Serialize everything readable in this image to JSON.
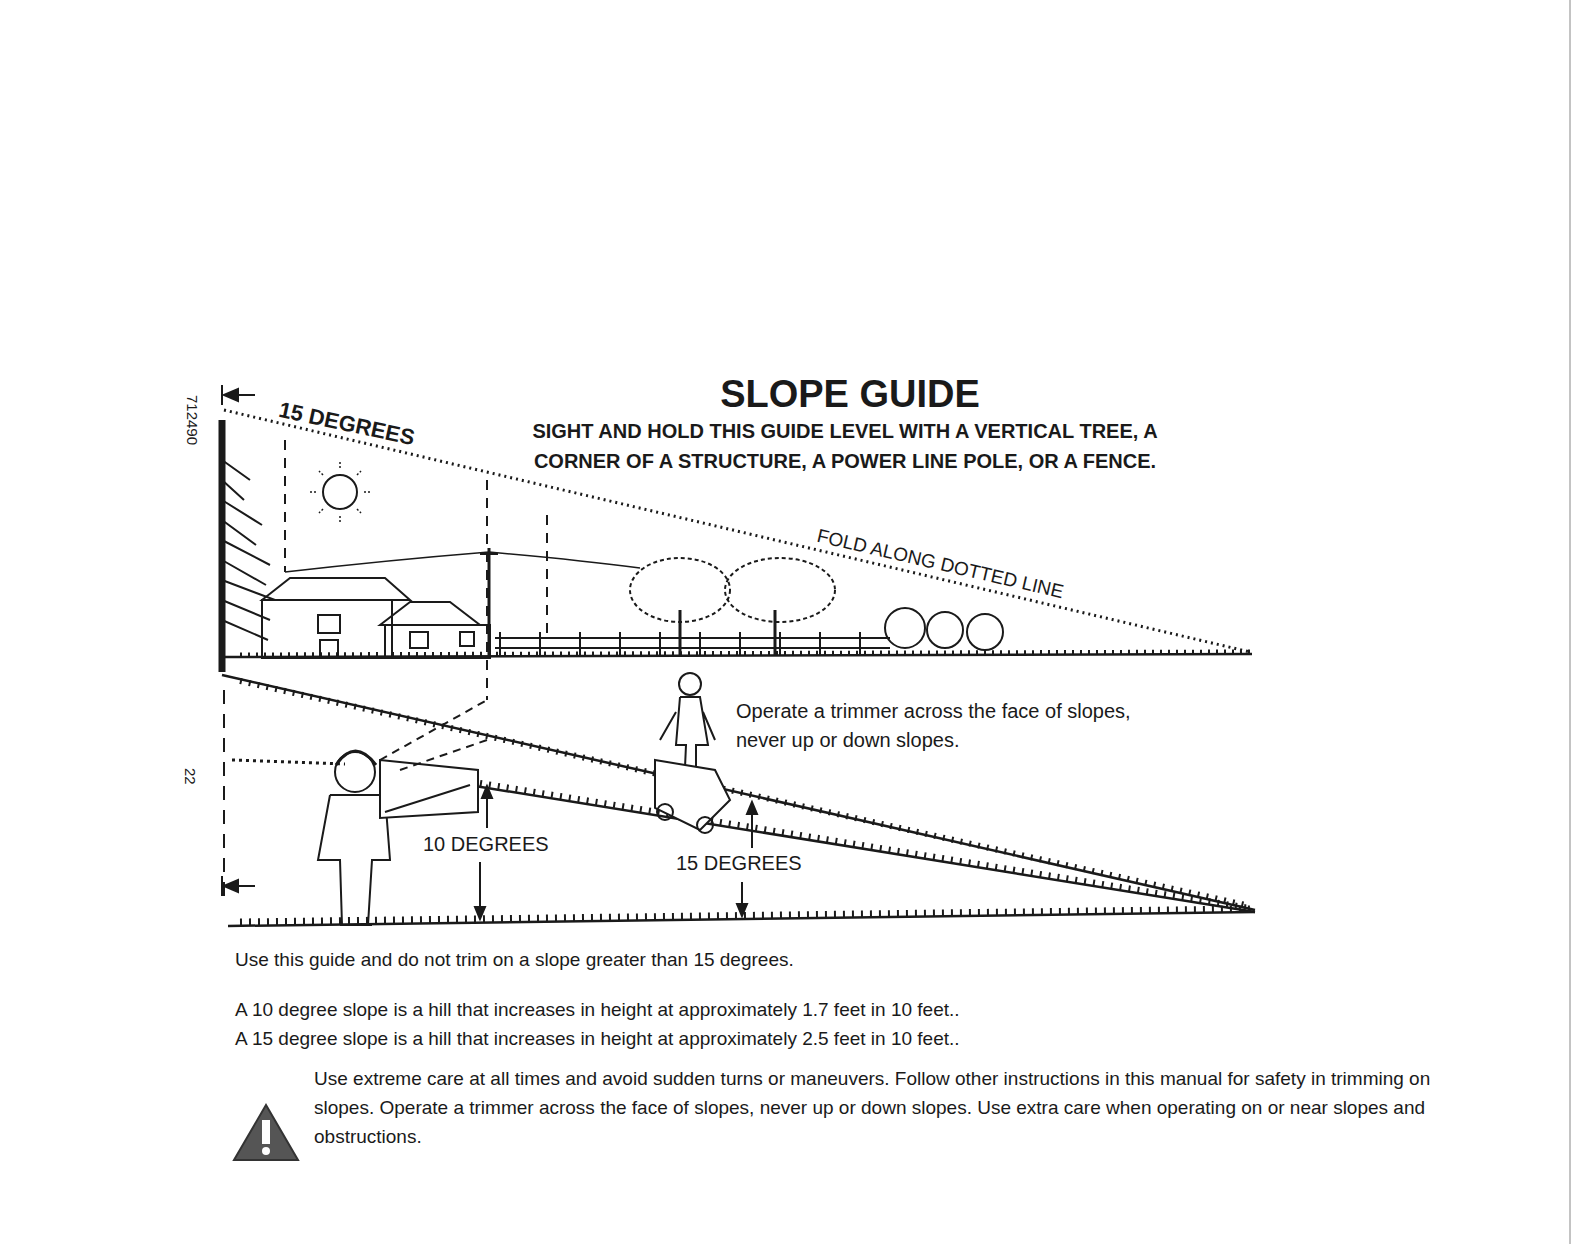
{
  "diagram": {
    "title": "SLOPE GUIDE",
    "labels": [
      "712490",
      "15 DEGREES",
      "SIGHT AND HOLD THIS GUIDE LEVEL WITH A VERTICAL TREE, A CORNER OF A STRUCTURE, A POWER LINE POLE, OR A FENCE.",
      "FOLD ALONG DOTTED LINE",
      "Operate a trimmer across the face of slopes, never up or down slopes.",
      "22",
      "10 DEGREES",
      "15 DEGREES",
      "Use this guide and do not trim on a slope greater than 15 degrees.",
      "A 10 degree slope is a hill that increases in height at approximately 1.7 feet in 10 feet..",
      "A 15 degree slope is a hill that increases in height at approximately 2.5 feet in 10 feet..",
      "Use extreme care at all times and avoid sudden turns or maneuvers. Follow other instructions in this manual for safety in trimming on slopes. Operate a trimmer across the face of slopes, never up or down slopes. Use extra care when operating on or near slopes and obstructions."
    ]
  }
}
